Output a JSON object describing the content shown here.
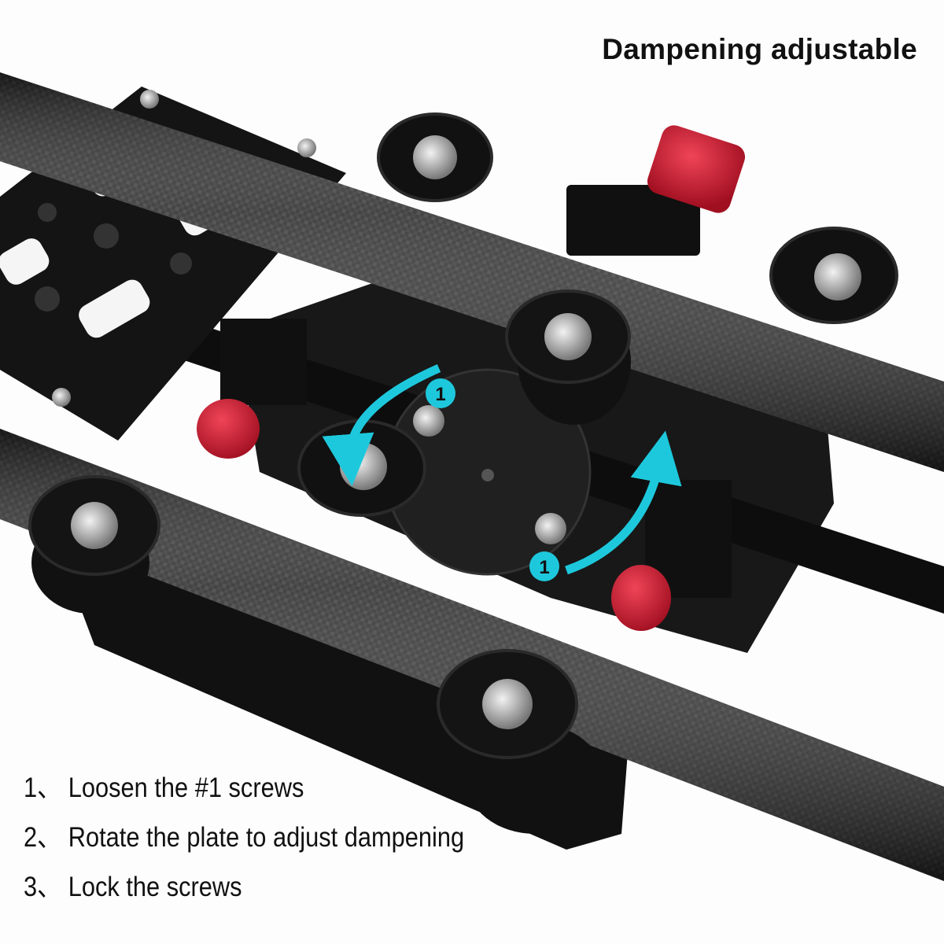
{
  "title": "Dampening adjustable",
  "badges": [
    "1",
    "1"
  ],
  "steps": [
    {
      "number": "1、",
      "text": "Loosen the #1 screws"
    },
    {
      "number": "2、",
      "text": "Rotate the plate to adjust dampening"
    },
    {
      "number": "3、",
      "text": "Lock the screws"
    }
  ],
  "colors": {
    "arrow": "#1ec8dc",
    "knob": "#d0182e",
    "metal": "#141414",
    "carbon": "#2a2a2a"
  }
}
